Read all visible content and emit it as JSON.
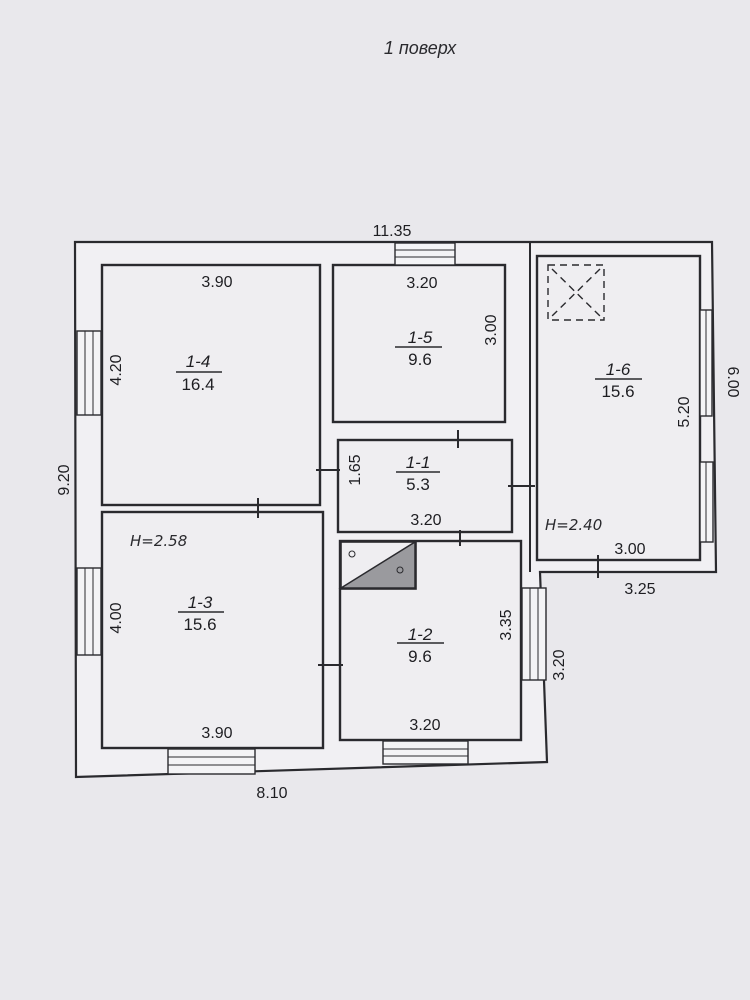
{
  "title": "1 поверх",
  "overall_dimensions": {
    "top": "11.35",
    "left": "9.20",
    "bottom": "8.10",
    "right_upper": "6.00",
    "right_lower": "3.20",
    "right_step": "3.25"
  },
  "rooms": [
    {
      "id": "1-4",
      "area": "16.4",
      "width": "3.90",
      "height": "4.20"
    },
    {
      "id": "1-5",
      "area": "9.6",
      "width": "3.20",
      "height": "3.00"
    },
    {
      "id": "1-6",
      "area": "15.6",
      "width": "3.00",
      "height": "5.20",
      "ceiling": "H=2.40"
    },
    {
      "id": "1-1",
      "area": "5.3",
      "width": "3.20",
      "height": "1.65"
    },
    {
      "id": "1-3",
      "area": "15.6",
      "width": "3.90",
      "height": "4.00",
      "ceiling": "H=2.58"
    },
    {
      "id": "1-2",
      "area": "9.6",
      "width": "3.20",
      "height": "3.35"
    }
  ]
}
